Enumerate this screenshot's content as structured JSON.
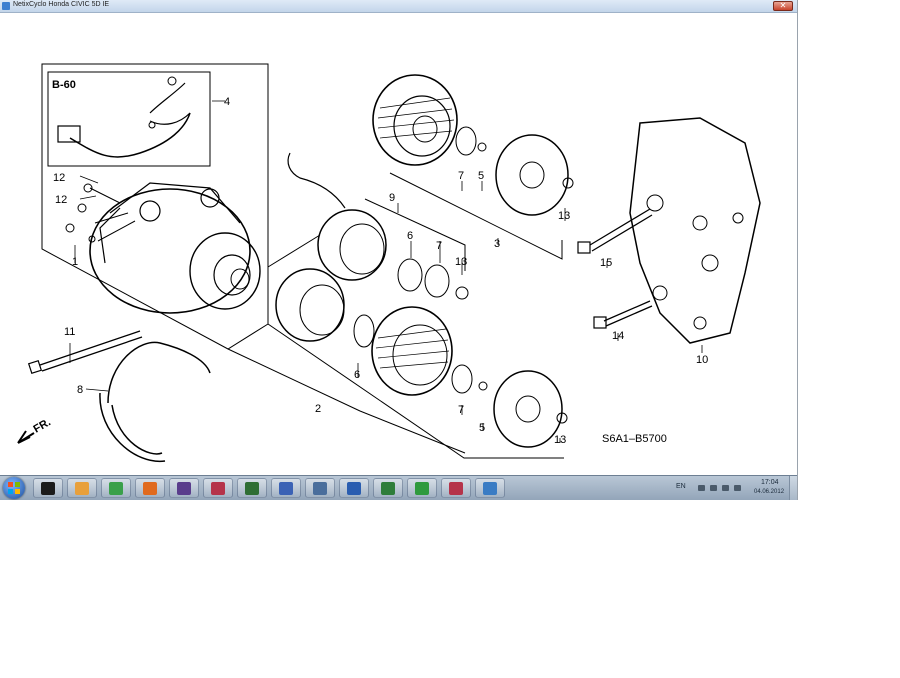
{
  "window": {
    "title": "NetixCyclo Honda CIVIC 5D IE",
    "close_glyph": "✕"
  },
  "diagram": {
    "group_label": "B-60",
    "reference_code": "S6A1–B5700",
    "front_marker": "FR.",
    "callouts": {
      "c4": "4",
      "c12a": "12",
      "c12b": "12",
      "c1": "1",
      "c11": "11",
      "c8": "8",
      "c9": "9",
      "c7a": "7",
      "c5a": "5",
      "c13a": "13",
      "c3": "3",
      "c6a": "6",
      "c7b": "7",
      "c13b": "13",
      "c6b": "6",
      "c7c": "7",
      "c5b": "5",
      "c13c": "13",
      "c2": "2",
      "c15": "15",
      "c14": "14",
      "c10": "10"
    }
  },
  "taskbar": {
    "items": [
      {
        "name": "command-prompt",
        "color": "#1b1b1b"
      },
      {
        "name": "outlook",
        "color": "#e8a03c"
      },
      {
        "name": "chrome",
        "color": "#3aa04a"
      },
      {
        "name": "firefox",
        "color": "#e06a1e"
      },
      {
        "name": "save-disk",
        "color": "#5a3d8c"
      },
      {
        "name": "access",
        "color": "#b5334a"
      },
      {
        "name": "eye-viewer",
        "color": "#2f6e34"
      },
      {
        "name": "visio",
        "color": "#3b62b5"
      },
      {
        "name": "network",
        "color": "#4a6e9c"
      },
      {
        "name": "word",
        "color": "#2a5db0"
      },
      {
        "name": "excel",
        "color": "#2e7d3a"
      },
      {
        "name": "green-app",
        "color": "#2f9a3e"
      },
      {
        "name": "access-2",
        "color": "#b5334a"
      },
      {
        "name": "users",
        "color": "#3a7cc4"
      }
    ],
    "tray": {
      "language": "EN",
      "time": "17:04",
      "date": "04.06.2012"
    }
  }
}
